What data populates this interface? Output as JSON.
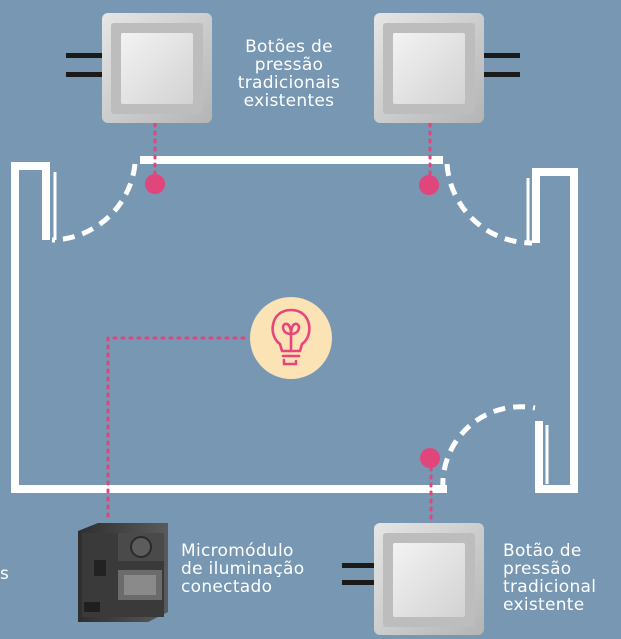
{
  "labels": {
    "top_switches": "Botões de\npressão\ntradicionais\nexistentes",
    "micromodule": "Micromódulo\nde iluminação\nconectado",
    "bottom_switch": "Botão de\npressão\ntradicional\nexistente",
    "edge_fragment": "s"
  },
  "colors": {
    "background": "#7797b2",
    "walls": "#ffffff",
    "wiring": "#e0457b",
    "bulb_circle": "#fbe3b5",
    "bulb_stroke": "#e8457e",
    "switch_plate": "#c9c9c9",
    "wire_stub": "#1a1a1a"
  },
  "icons": {
    "bulb": "lightbulb-icon",
    "switch": "wall-push-button",
    "module": "lighting-micromodule-device"
  }
}
